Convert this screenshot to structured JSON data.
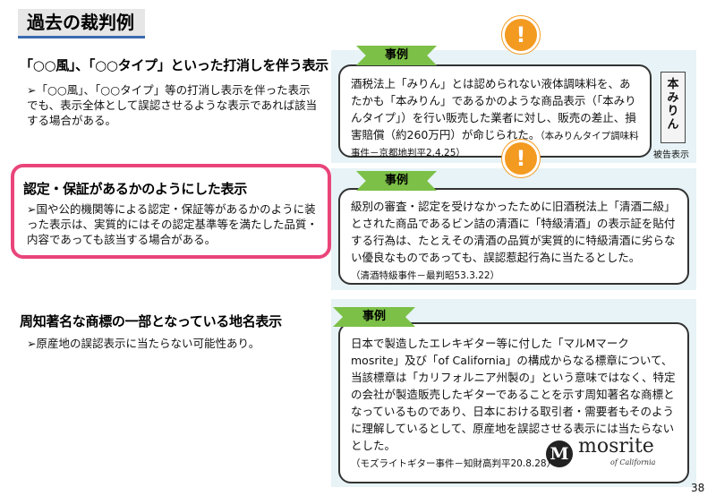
{
  "page_title": "過去の裁判例",
  "sections": [
    {
      "heading": "「○○風」、「○○タイプ」といった打消しを伴う表示",
      "body": "➢「○○風」、「○○タイプ」等の打消し表示を伴った表示でも、表示全体として誤認させるような表示であれば該当する場合がある。"
    },
    {
      "heading": "認定・保証があるかのようにした表示",
      "body": "➢国や公的機関等による認定・保証等があるかのように装った表示は、実質的にはその認定基準等を満たした品質・内容であっても該当する場合がある。"
    },
    {
      "heading": "周知著名な商標の一部となっている地名表示",
      "body": "➢原産地の誤認表示に当たらない可能性あり。"
    }
  ],
  "cases": [
    {
      "tag": "事例",
      "text": "酒税法上「みりん」とは認められない液体調味料を、あたかも「本みりん」であるかのような商品表示（「本みりんタイプ」）を行い販売した業者に対し、販売の差止、損害賠償（約260万円）が命じられた。",
      "source": "（本みりんタイプ調味料事件－京都地判平2.4.25）",
      "image_caption": "被告表示",
      "label_text": "本みりん"
    },
    {
      "tag": "事例",
      "text": "級別の審査・認定を受けなかったために旧酒税法上「清酒二級」とされた商品であるビン詰の清酒に「特級清酒」の表示証を貼付する行為は、たとえその清酒の品質が実質的に特級清酒に劣らない優良なものであっても、誤認惹起行為に当たるとした。",
      "source": "（清酒特級事件－最判昭53.3.22）"
    },
    {
      "tag": "事例",
      "text": "日本で製造したエレキギター等に付した「マルMマーク mosrite」及び「of California」の構成からなる標章について、当該標章は「カリフォルニア州製の」という意味ではなく、特定の会社が製造販売したギターであることを示す周知著名な商標となっているものであり、日本における取引者・需要者もそのように理解しているとして、原産地を誤認させる表示には当たらないとした。",
      "source": "（モズライトギター事件－知財高判平20.8.28）",
      "logo_letter": "M",
      "logo_word": "mosrite",
      "logo_sub": "of California"
    }
  ],
  "alert_symbol": "!",
  "page_number": "38",
  "colors": {
    "panel": "#e7f3f6",
    "tag": "#7cc047",
    "alert": "#f39a21",
    "highlight": "#e9457a",
    "title_underline": "#3a6bb0"
  }
}
